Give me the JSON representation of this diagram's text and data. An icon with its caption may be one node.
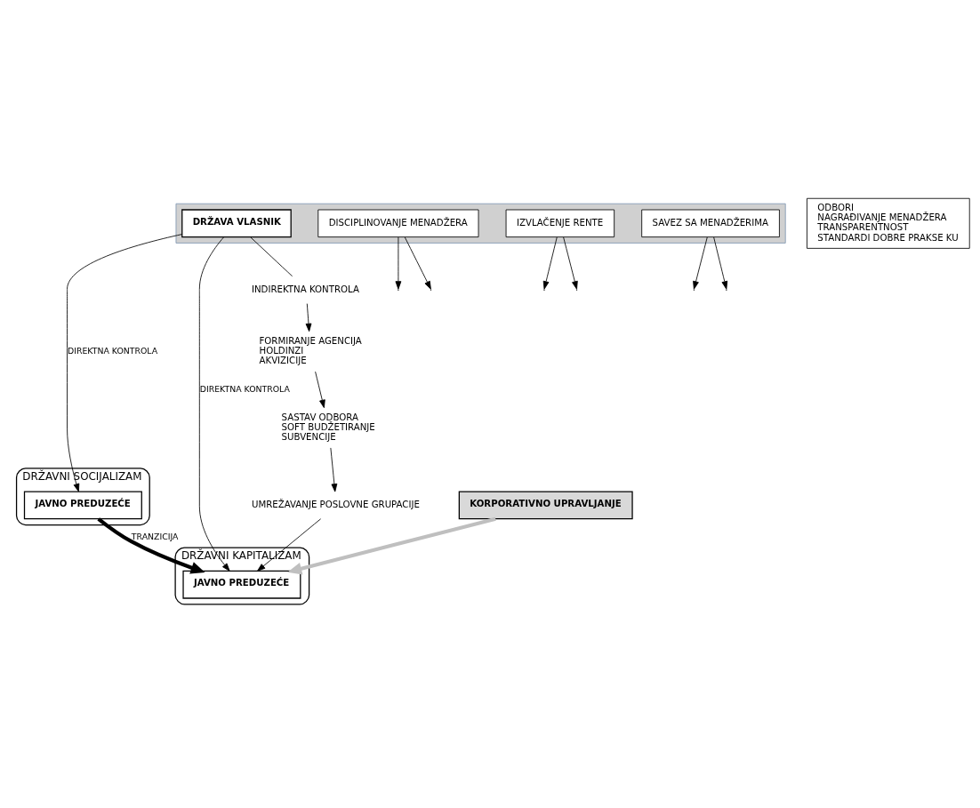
{
  "diagram": {
    "nodes": [
      {
        "text": [],
        "shape": "arrow"
      },
      {
        "text": [
          "DRŽAVA VLASNIK"
        ],
        "in": 0
      },
      {
        "text": [
          "DISCIPLINOVANJE MENADŽERA"
        ],
        "in": 0
      },
      {
        "text": [
          "IZVLAČENJE RENTE"
        ],
        "in": 0
      },
      {
        "text": [
          "SAVEZ SA MENADŽERIMA"
        ],
        "in": 0
      },
      {
        "text": [
          "KORPORATIVNO UPRAVLJANJE"
        ]
      },
      {
        "text": [
          "ODBORI",
          "NAGRAĐIVANJE MENADŽERA",
          "TRANSPARENTNOST",
          "STANDARDI DOBRE PRAKSE KU"
        ]
      },
      {
        "text": [
          "DRŽAVNI SOCIJALIZAM"
        ]
      },
      {
        "text": [
          "JAVNO PREDUZEĆE"
        ],
        "in": 7
      },
      {
        "text": [
          "DRŽAVNI KAPITALIZAM"
        ]
      },
      {
        "text": [
          "JAVNO PREDUZEĆE"
        ],
        "in": 9
      },
      {
        "text": [
          "INDIREKTNA KONTROLA"
        ]
      },
      {
        "text": [
          "FORMIRANJE AGENCIJA",
          "HOLDINZI",
          "AKVIZICIJE"
        ]
      },
      {
        "text": [
          "SASTAV ODBORA",
          "SOFT BUDŽETIRANJE",
          "SUBVENCIJE"
        ]
      },
      {
        "text": [
          "UMREŽAVANJE POSLOVNE GRUPACIJE"
        ]
      }
    ],
    "edges": [
      {
        "from": 1,
        "to": 8,
        "arrow": "to",
        "label": "DIREKTNA KONTROLA"
      },
      {
        "from": 1,
        "to": 10,
        "arrow": "to",
        "label": "DIREKTNA KONTROLA"
      },
      {
        "from": 1,
        "to": 11,
        "arrow": "none"
      },
      {
        "from": 11,
        "to": 12,
        "arrow": "to"
      },
      {
        "from": 12,
        "to": 13,
        "arrow": "to"
      },
      {
        "from": 13,
        "to": 14,
        "arrow": "to"
      },
      {
        "from": 14,
        "to": 10,
        "arrow": "to"
      },
      {
        "from": 2,
        "to": null,
        "arrow": "to"
      },
      {
        "from": 2,
        "to": null,
        "arrow": "to"
      },
      {
        "from": 3,
        "to": null,
        "arrow": "to"
      },
      {
        "from": 3,
        "to": null,
        "arrow": "to"
      },
      {
        "from": 4,
        "to": null,
        "arrow": "to"
      },
      {
        "from": 4,
        "to": null,
        "arrow": "to"
      },
      {
        "from": 5,
        "to": 10,
        "arrow": "to",
        "style": "thick",
        "color": "#bfbfbf"
      },
      {
        "from": 8,
        "to": 10,
        "arrow": "to",
        "label": "TRANZICIJA",
        "style": "thick"
      }
    ]
  }
}
